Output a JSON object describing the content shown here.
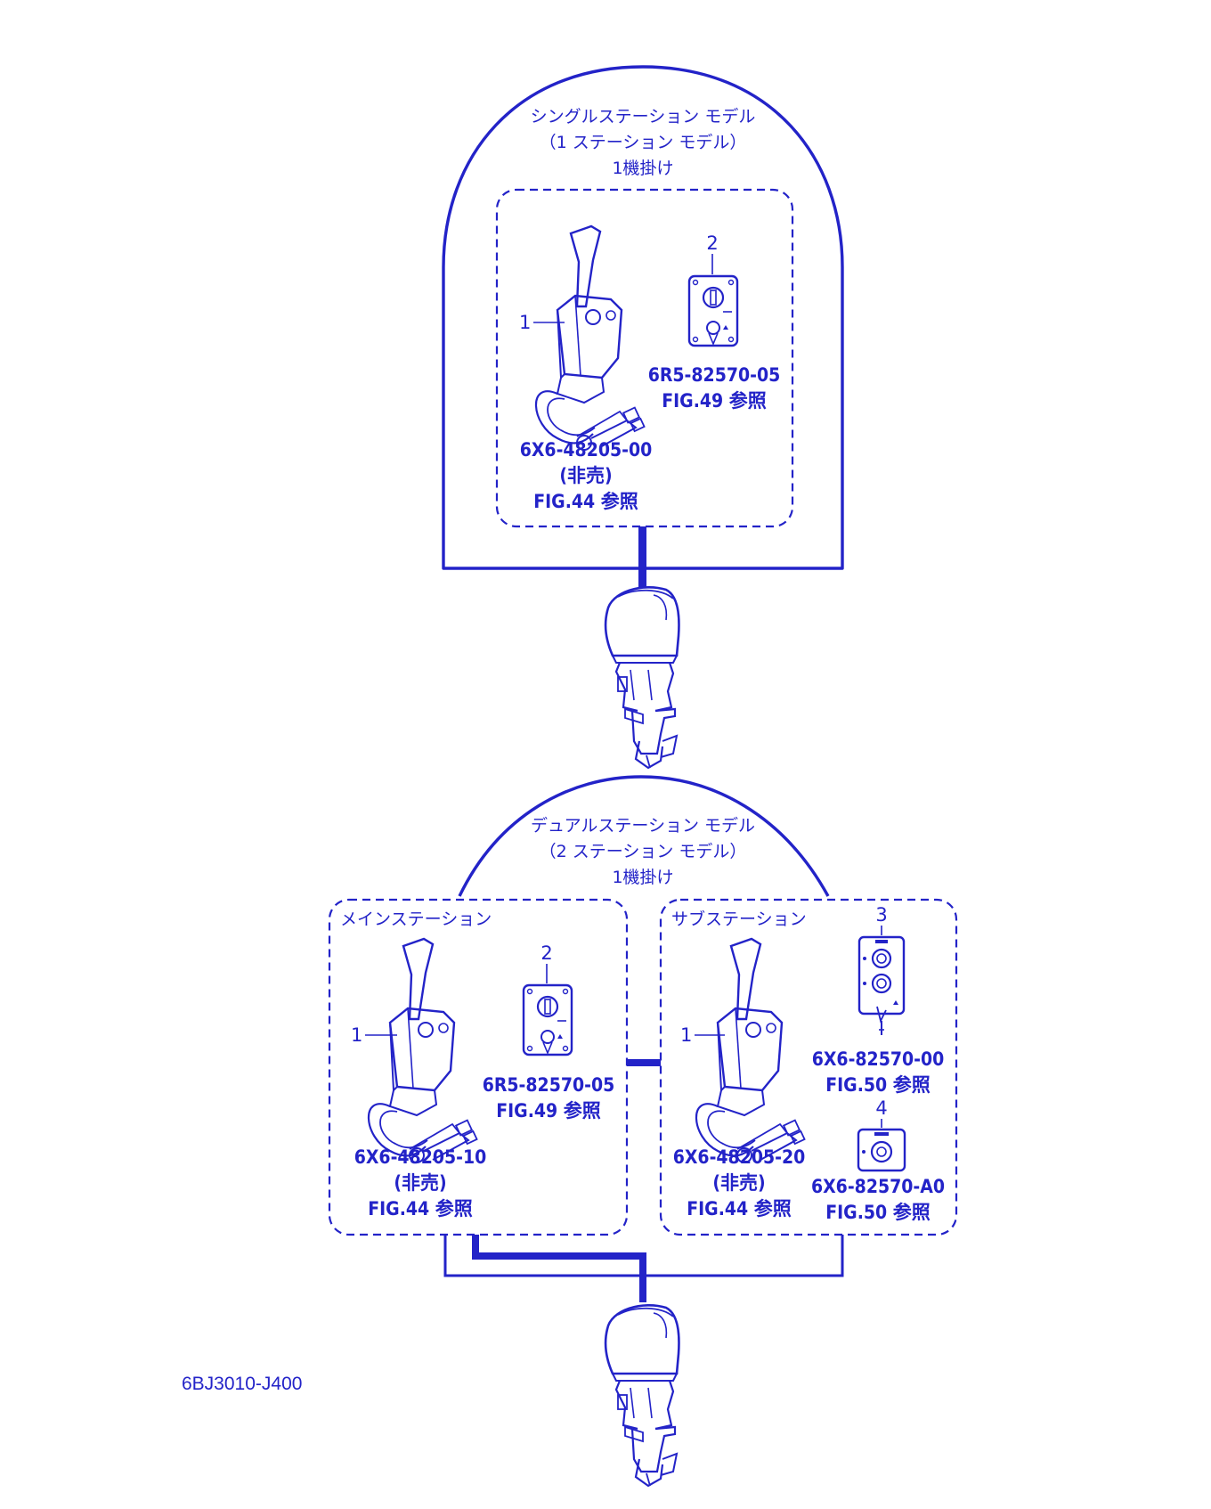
{
  "single": {
    "title_line1": "シングルステーション モデル",
    "title_line2": "（1 ステーション モデル）",
    "title_line3": "1機掛け",
    "item1_number": "1",
    "item1_part": "6X6-48205-00",
    "item1_note": "(非売)",
    "item1_ref": "FIG.44 参照",
    "item2_number": "2",
    "item2_part": "6R5-82570-05",
    "item2_ref": "FIG.49 参照"
  },
  "dual": {
    "title_line1": "デュアルステーション モデル",
    "title_line2": "（2 ステーション モデル）",
    "title_line3": "1機掛け",
    "main_station": {
      "label": "メインステーション",
      "item1_number": "1",
      "item1_part": "6X6-48205-10",
      "item1_note": "(非売)",
      "item1_ref": "FIG.44 参照",
      "item2_number": "2",
      "item2_part": "6R5-82570-05",
      "item2_ref": "FIG.49 参照"
    },
    "sub_station": {
      "label": "サブステーション",
      "item1_number": "1",
      "item1_part": "6X6-48205-20",
      "item1_note": "(非売)",
      "item1_ref": "FIG.44 参照",
      "item3_number": "3",
      "item3_part": "6X6-82570-00",
      "item3_ref": "FIG.50 参照",
      "item4_number": "4",
      "item4_part": "6X6-82570-A0",
      "item4_ref": "FIG.50 参照"
    }
  },
  "figure_code": "6BJ3010-J400",
  "colors": {
    "line": "#2323c8",
    "background": "#ffffff"
  }
}
